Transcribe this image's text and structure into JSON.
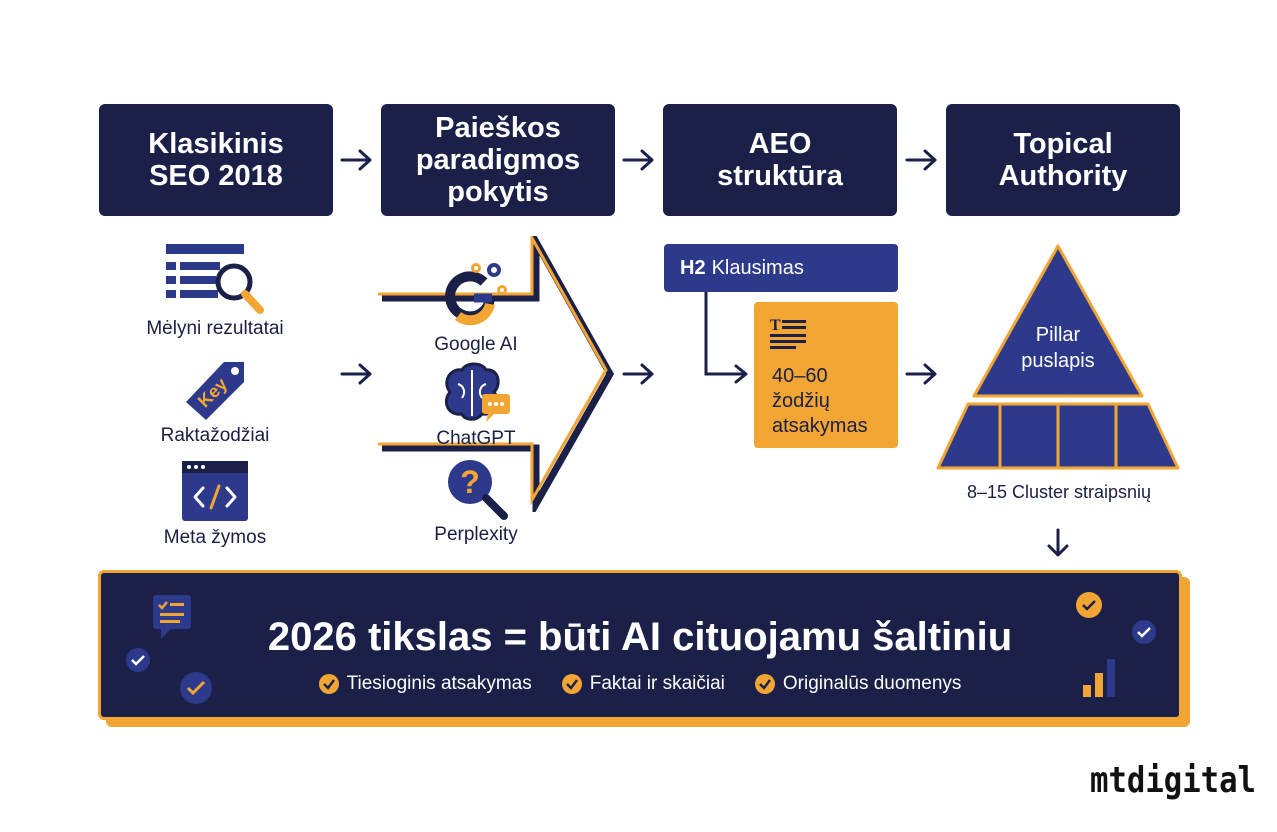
{
  "steps": [
    {
      "title_line1": "Klasikinis",
      "title_line2": "SEO 2018",
      "title_line3": ""
    },
    {
      "title_line1": "Paieškos",
      "title_line2": "paradigmos",
      "title_line3": "pokytis"
    },
    {
      "title_line1": "AEO",
      "title_line2": "struktūra",
      "title_line3": ""
    },
    {
      "title_line1": "Topical",
      "title_line2": "Authority",
      "title_line3": ""
    }
  ],
  "classic": {
    "items": [
      "Mėlyni rezultatai",
      "Raktažodžiai",
      "Meta žymos"
    ],
    "key_tag": "Key"
  },
  "shift": {
    "engines": [
      "Google AI",
      "ChatGPT",
      "Perplexity"
    ]
  },
  "aeo": {
    "h2_tag": "H2",
    "h2_text": "Klausimas",
    "answer_lines": [
      "40–60",
      "žodžių",
      "atsakymas"
    ]
  },
  "authority": {
    "pillar_lines": [
      "Pillar",
      "puslapis"
    ],
    "cluster_text": "8–15 Cluster straipsnių"
  },
  "goal": {
    "title": "2026 tikslas = būti AI cituojamu šaltiniu",
    "points": [
      "Tiesioginis atsakymas",
      "Faktai ir skaičiai",
      "Originalūs duomenys"
    ]
  },
  "logo": "mtdigital",
  "colors": {
    "navy": "#1b2049",
    "blue": "#2d3a8c",
    "orange": "#f2a532",
    "white": "#ffffff"
  }
}
